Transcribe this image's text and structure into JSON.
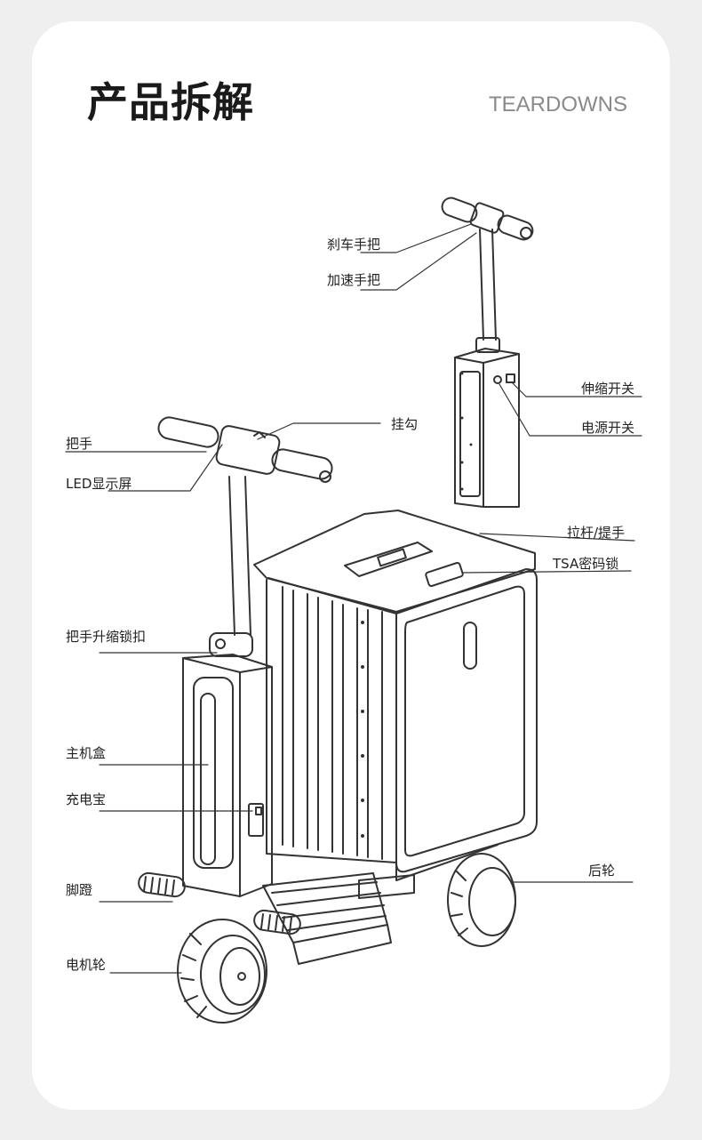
{
  "header": {
    "title": "产品拆解",
    "subtitle": "TEARDOWNS"
  },
  "callouts": {
    "brake_handle": "刹车手把",
    "throttle_handle": "加速手把",
    "telescopic_switch": "伸缩开关",
    "power_switch": "电源开关",
    "hook": "挂勾",
    "handlebar": "把手",
    "led_display": "LED显示屏",
    "pull_rod": "拉杆/提手",
    "tsa_lock": "TSA密码锁",
    "handle_lock_buckle": "把手升缩锁扣",
    "main_box": "主机盒",
    "power_bank": "充电宝",
    "rear_wheel": "后轮",
    "footrest": "脚蹬",
    "motor_wheel": "电机轮"
  },
  "colors": {
    "background": "#efefef",
    "card": "#ffffff",
    "line": "#333333"
  },
  "icons": [
    "scooter-suitcase-diagram"
  ]
}
